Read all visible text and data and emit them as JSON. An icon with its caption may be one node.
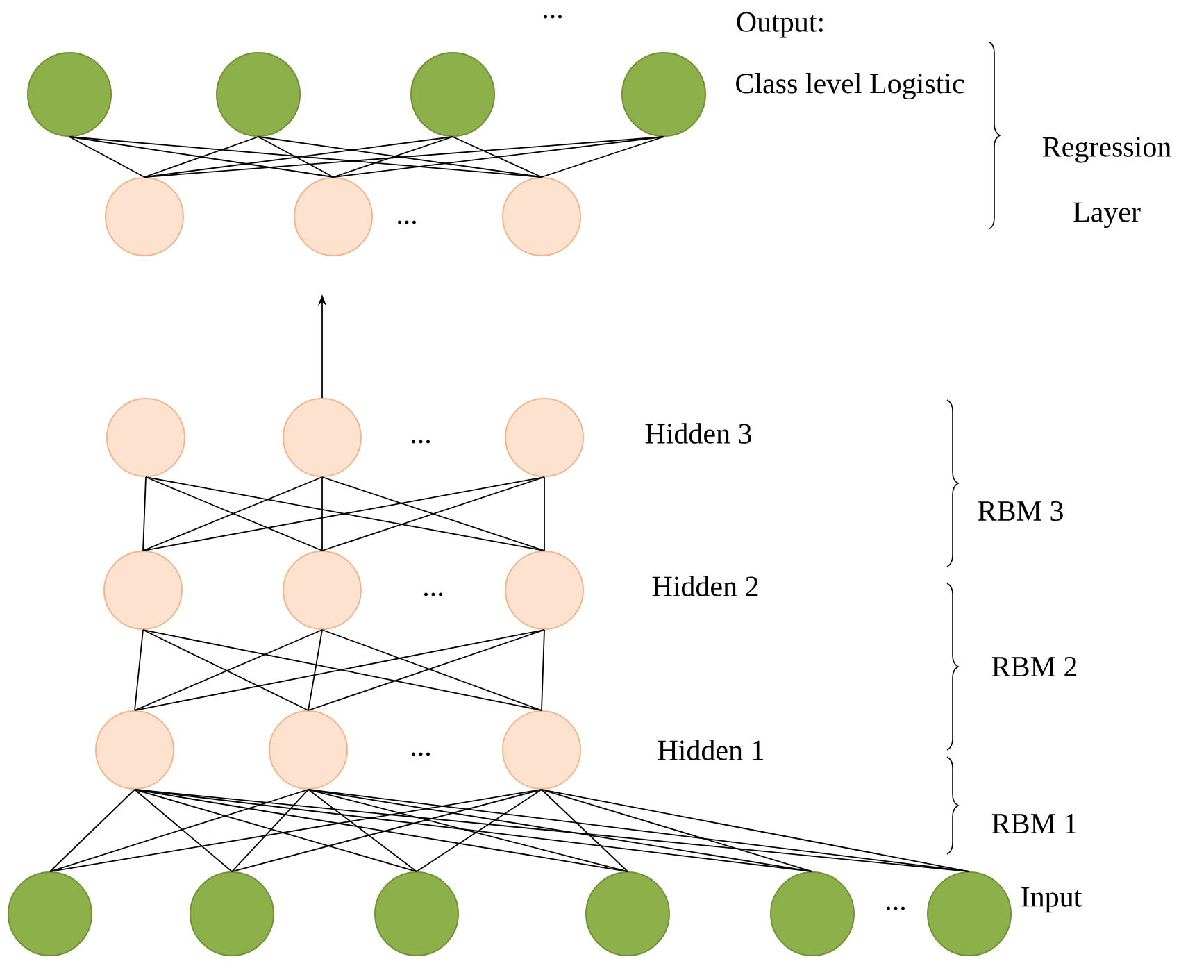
{
  "diagram": {
    "nodes": [
      {
        "text": [],
        "shape": "circle"
      },
      {
        "text": [],
        "shape": "circle"
      },
      {
        "text": [],
        "shape": "circle"
      },
      {
        "text": [],
        "shape": "circle"
      },
      {
        "text": [],
        "shape": "circle"
      },
      {
        "text": [],
        "shape": "circle"
      },
      {
        "text": [],
        "shape": "circle"
      },
      {
        "text": [],
        "shape": "circle"
      },
      {
        "text": [],
        "shape": "circle"
      },
      {
        "text": [],
        "shape": "circle"
      },
      {
        "text": [],
        "shape": "circle"
      },
      {
        "text": [],
        "shape": "circle"
      },
      {
        "text": [],
        "shape": "circle"
      },
      {
        "text": [],
        "shape": "circle"
      },
      {
        "text": [],
        "shape": "circle"
      },
      {
        "text": [],
        "shape": "circle"
      },
      {
        "text": [],
        "shape": "circle"
      },
      {
        "text": [],
        "shape": "circle"
      },
      {
        "text": [],
        "shape": "circle"
      },
      {
        "text": [],
        "shape": "circle"
      },
      {
        "text": [],
        "shape": "circle"
      },
      {
        "text": [],
        "shape": "circle"
      }
    ],
    "edges": [
      {
        "from": 0,
        "to": 4,
        "arrow": "none"
      },
      {
        "from": 0,
        "to": 5,
        "arrow": "none"
      },
      {
        "from": 0,
        "to": 6,
        "arrow": "none"
      },
      {
        "from": 1,
        "to": 4,
        "arrow": "none"
      },
      {
        "from": 1,
        "to": 5,
        "arrow": "none"
      },
      {
        "from": 1,
        "to": 6,
        "arrow": "none"
      },
      {
        "from": 2,
        "to": 4,
        "arrow": "none"
      },
      {
        "from": 2,
        "to": 5,
        "arrow": "none"
      },
      {
        "from": 2,
        "to": 6,
        "arrow": "none"
      },
      {
        "from": 3,
        "to": 4,
        "arrow": "none"
      },
      {
        "from": 3,
        "to": 5,
        "arrow": "none"
      },
      {
        "from": 3,
        "to": 6,
        "arrow": "none"
      },
      {
        "from": 8,
        "to": null,
        "arrow": "to"
      },
      {
        "from": 7,
        "to": 10,
        "arrow": "none"
      },
      {
        "from": 7,
        "to": 11,
        "arrow": "none"
      },
      {
        "from": 7,
        "to": 12,
        "arrow": "none"
      },
      {
        "from": 8,
        "to": 10,
        "arrow": "none"
      },
      {
        "from": 8,
        "to": 11,
        "arrow": "none"
      },
      {
        "from": 8,
        "to": 12,
        "arrow": "none"
      },
      {
        "from": 9,
        "to": 10,
        "arrow": "none"
      },
      {
        "from": 9,
        "to": 11,
        "arrow": "none"
      },
      {
        "from": 9,
        "to": 12,
        "arrow": "none"
      },
      {
        "from": 10,
        "to": 13,
        "arrow": "none"
      },
      {
        "from": 10,
        "to": 14,
        "arrow": "none"
      },
      {
        "from": 10,
        "to": 15,
        "arrow": "none"
      },
      {
        "from": 11,
        "to": 13,
        "arrow": "none"
      },
      {
        "from": 11,
        "to": 14,
        "arrow": "none"
      },
      {
        "from": 11,
        "to": 15,
        "arrow": "none"
      },
      {
        "from": 12,
        "to": 13,
        "arrow": "none"
      },
      {
        "from": 12,
        "to": 14,
        "arrow": "none"
      },
      {
        "from": 12,
        "to": 15,
        "arrow": "none"
      },
      {
        "from": 13,
        "to": 16,
        "arrow": "none"
      },
      {
        "from": 13,
        "to": 17,
        "arrow": "none"
      },
      {
        "from": 13,
        "to": 18,
        "arrow": "none"
      },
      {
        "from": 13,
        "to": 19,
        "arrow": "none"
      },
      {
        "from": 13,
        "to": 20,
        "arrow": "none"
      },
      {
        "from": 13,
        "to": 21,
        "arrow": "none"
      },
      {
        "from": 14,
        "to": 16,
        "arrow": "none"
      },
      {
        "from": 14,
        "to": 17,
        "arrow": "none"
      },
      {
        "from": 14,
        "to": 18,
        "arrow": "none"
      },
      {
        "from": 14,
        "to": 19,
        "arrow": "none"
      },
      {
        "from": 14,
        "to": 20,
        "arrow": "none"
      },
      {
        "from": 14,
        "to": 21,
        "arrow": "none"
      },
      {
        "from": 15,
        "to": 16,
        "arrow": "none"
      },
      {
        "from": 15,
        "to": 17,
        "arrow": "none"
      },
      {
        "from": 15,
        "to": 18,
        "arrow": "none"
      },
      {
        "from": 15,
        "to": 19,
        "arrow": "none"
      },
      {
        "from": 15,
        "to": 20,
        "arrow": "none"
      },
      {
        "from": 15,
        "to": 21,
        "arrow": "none"
      }
    ],
    "labels": [
      "...",
      "Output:",
      "Class level Logistic",
      "Regression",
      "Layer",
      "...",
      "...",
      "Hidden 3",
      "RBM 3",
      "...",
      "Hidden 2",
      "RBM 2",
      "...",
      "Hidden 1",
      "RBM 1",
      "...",
      "Input"
    ]
  }
}
